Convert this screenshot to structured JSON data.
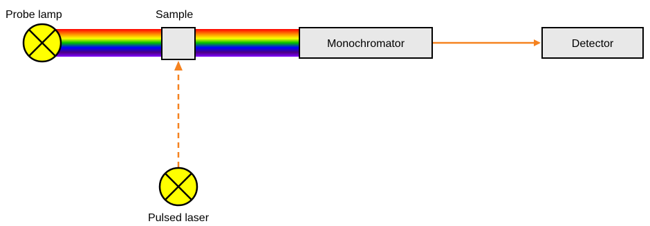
{
  "labels": {
    "probe_lamp": "Probe lamp",
    "sample": "Sample",
    "monochromator": "Monochromator",
    "detector": "Detector",
    "pulsed_laser": "Pulsed laser"
  },
  "colors": {
    "lamp_fill": "#ffff00",
    "box_fill": "#e8e8e8",
    "laser_beam": "#f5821f",
    "outline": "#000000",
    "spectrum": [
      "#ff0000",
      "#ff8000",
      "#ffff00",
      "#00c000",
      "#0000ff",
      "#4b0082",
      "#8000ff"
    ]
  },
  "icons": {
    "probe_lamp": "lamp-x-icon",
    "pulsed_laser": "lamp-x-icon"
  }
}
